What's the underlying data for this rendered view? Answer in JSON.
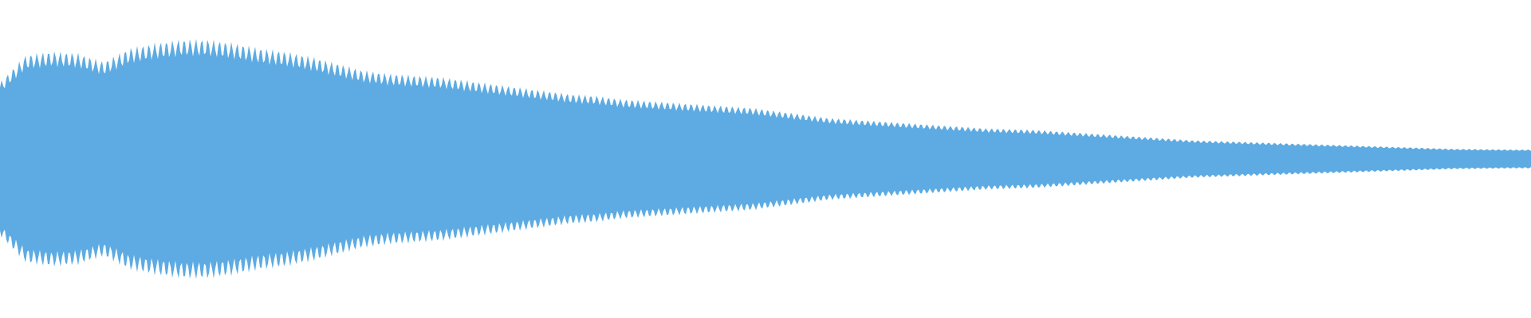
{
  "waveform": {
    "color": "#5dabe2",
    "background": "#ffffff",
    "envelope": [
      0.45,
      0.61,
      0.63,
      0.62,
      0.57,
      0.65,
      0.68,
      0.7,
      0.7,
      0.68,
      0.65,
      0.63,
      0.6,
      0.56,
      0.52,
      0.5,
      0.49,
      0.48,
      0.46,
      0.44,
      0.42,
      0.4,
      0.38,
      0.37,
      0.35,
      0.34,
      0.33,
      0.32,
      0.31,
      0.3,
      0.28,
      0.26,
      0.24,
      0.23,
      0.22,
      0.21,
      0.2,
      0.19,
      0.18,
      0.175,
      0.17,
      0.16,
      0.15,
      0.14,
      0.13,
      0.12,
      0.11,
      0.105,
      0.1,
      0.095,
      0.09,
      0.085,
      0.08,
      0.075,
      0.07,
      0.065,
      0.06,
      0.058,
      0.056,
      0.055
    ]
  }
}
